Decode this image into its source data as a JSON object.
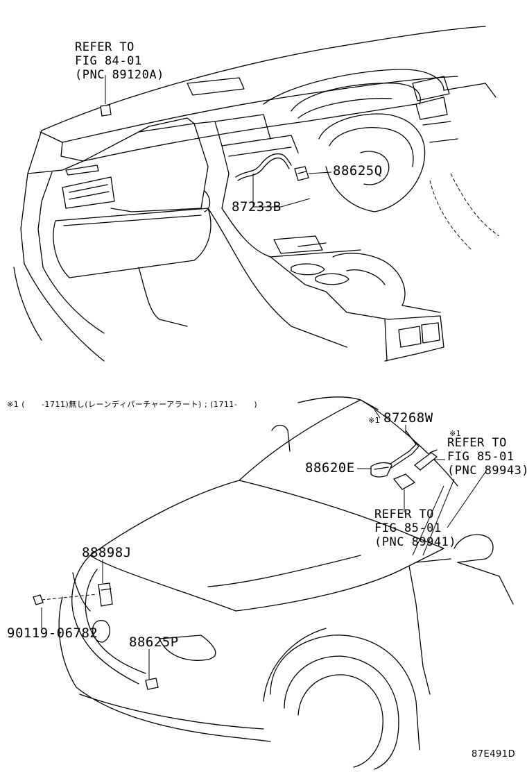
{
  "diagram": {
    "figure_code": "87E491D",
    "note_line": "※1 (      -1711)無し(レーンディパーチャーアラート) ; (1711-      )",
    "upper": {
      "ref_top": [
        "REFER TO",
        "FIG 84-01",
        "(PNC 89120A)"
      ],
      "part_88625Q": "88625Q",
      "part_87233B": "87233B"
    },
    "lower": {
      "part_87268W": "87268W",
      "mark_87268W": "※1",
      "part_88620E": "88620E",
      "ref_right_mark": "※1",
      "ref_right": [
        "REFER TO",
        "FIG 85-01",
        "(PNC 89943)"
      ],
      "ref_mid": [
        "REFER TO",
        "FIG 85-01",
        "(PNC 89941)"
      ],
      "part_88898J": "88898J",
      "part_90119": "90119-06782",
      "part_88625P": "88625P"
    }
  }
}
